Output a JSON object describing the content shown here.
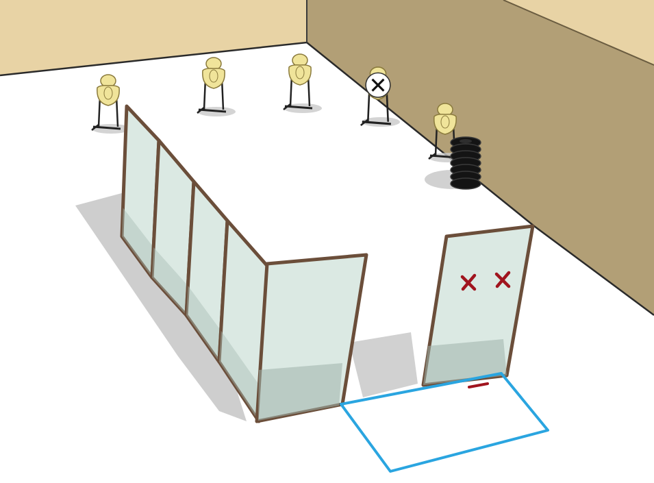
{
  "scene": {
    "type": "shooting-stage-sketch",
    "colors": {
      "background_wall": "#e8d3a5",
      "right_berm": "#b29f76",
      "floor": "#ffffff",
      "target_face": "#f0e49a",
      "target_outline": "#8a7a3c",
      "frame": "#6b4e3a",
      "glass": "#dbe9e3",
      "no_shoot_mark": "#a0141e",
      "start_box": "#2aa5e0",
      "tire": "#141414",
      "shadow": "#c9c9c9"
    },
    "targets": [
      {
        "name": "steel-target-1",
        "kind": "shoot"
      },
      {
        "name": "steel-target-2",
        "kind": "shoot"
      },
      {
        "name": "steel-target-3",
        "kind": "shoot"
      },
      {
        "name": "steel-target-4",
        "kind": "no-shoot"
      },
      {
        "name": "steel-target-5",
        "kind": "shoot"
      }
    ],
    "props": [
      "glass-wall-panels",
      "door-panel-left",
      "door-panel-right",
      "tire-stack",
      "start-box"
    ],
    "no_shoot_marks": 2
  }
}
